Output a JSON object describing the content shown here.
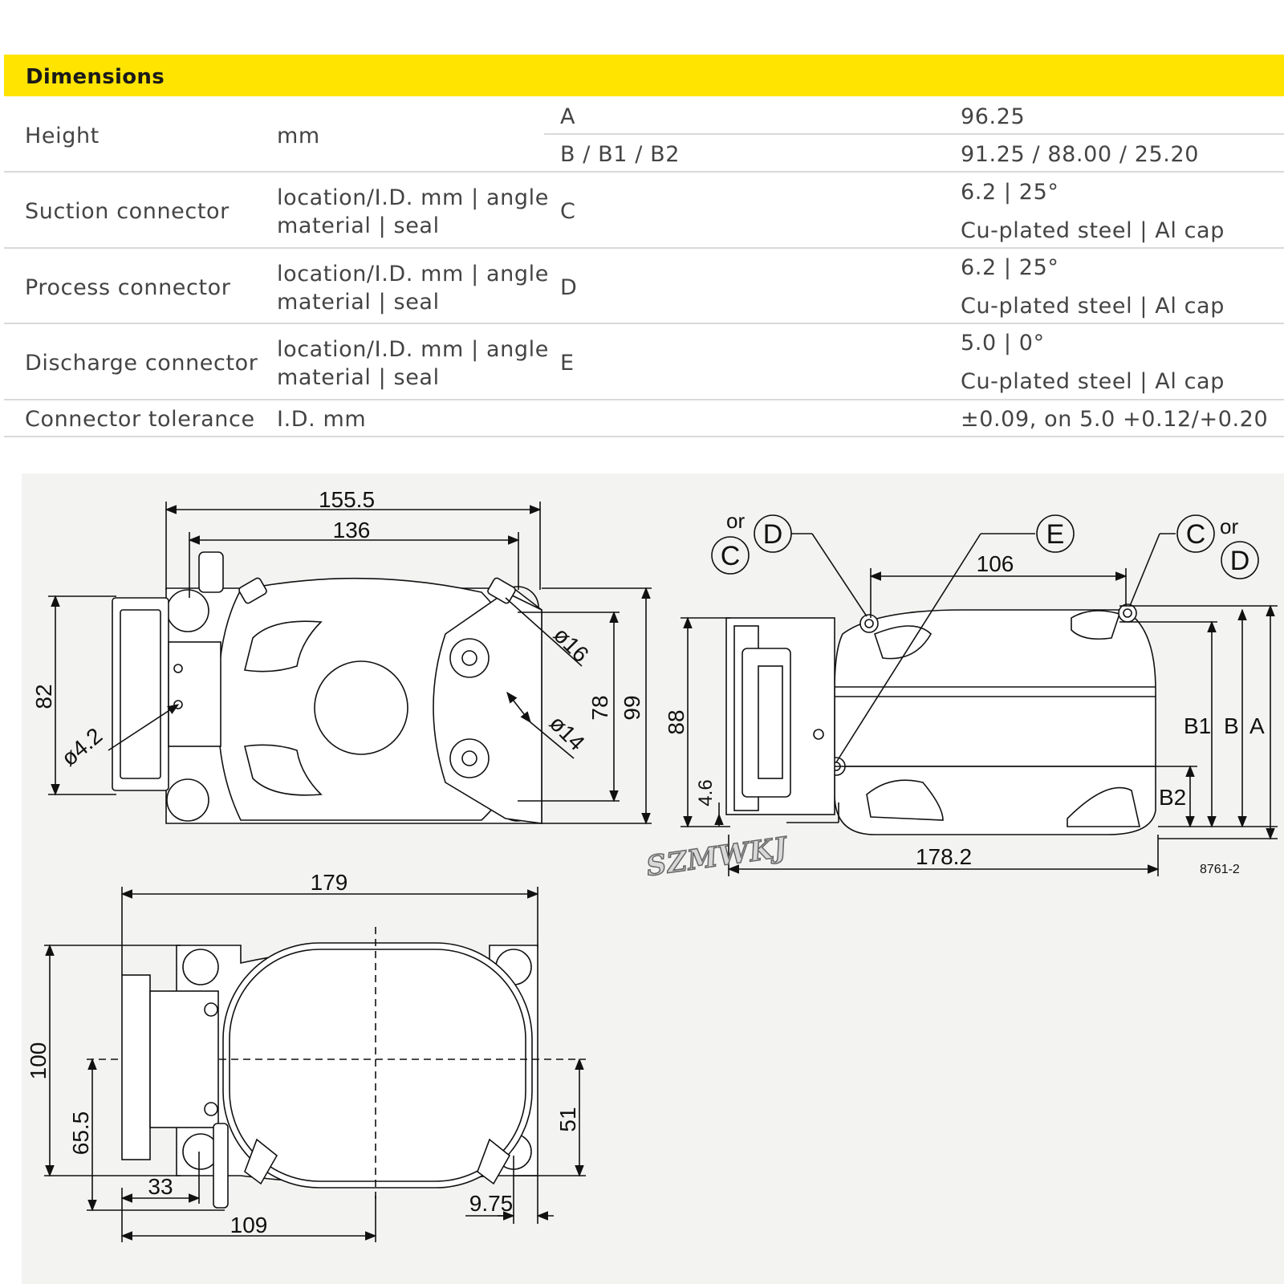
{
  "header": {
    "title": "Dimensions"
  },
  "table": {
    "rows": [
      {
        "label": "Height",
        "unit": "mm",
        "sub": [
          {
            "code": "A",
            "value": "96.25"
          },
          {
            "code": "B / B1 / B2",
            "value": "91.25 / 88.00 / 25.20"
          }
        ]
      },
      {
        "label": "Suction connector",
        "unit_line1": "location/I.D. mm | angle",
        "unit_line2": "material | seal",
        "code": "C",
        "value_line1": "6.2 | 25°",
        "value_line2": "Cu-plated steel | Al cap"
      },
      {
        "label": "Process connector",
        "unit_line1": "location/I.D. mm | angle",
        "unit_line2": "material | seal",
        "code": "D",
        "value_line1": "6.2 | 25°",
        "value_line2": "Cu-plated steel | Al cap"
      },
      {
        "label": "Discharge connector",
        "unit_line1": "location/I.D. mm | angle",
        "unit_line2": "material | seal",
        "code": "E",
        "value_line1": "5.0 | 0°",
        "value_line2": "Cu-plated steel | Al cap"
      },
      {
        "label": "Connector tolerance",
        "unit": "I.D. mm",
        "value": "±0.09, on 5.0 +0.12/+0.20"
      }
    ]
  },
  "drawing": {
    "front_view": {
      "dim_155_5": "155.5",
      "dim_136": "136",
      "dim_82": "82",
      "dim_4_2": "ø4.2",
      "dim_16": "ø16",
      "dim_14": "ø14",
      "dim_78": "78",
      "dim_99": "99"
    },
    "side_view": {
      "or_1": "or",
      "label_C_1": "C",
      "label_D_1": "D",
      "label_E": "E",
      "label_C_2": "C",
      "or_2": "or",
      "label_D_2": "D",
      "dim_106": "106",
      "dim_88": "88",
      "dim_4_6": "4.6",
      "dim_178_2": "178.2",
      "label_B1": "B1",
      "label_B": "B",
      "label_A": "A",
      "label_B2": "B2",
      "ref": "8761-2"
    },
    "top_view": {
      "dim_179": "179",
      "dim_100": "100",
      "dim_65_5": "65.5",
      "dim_33": "33",
      "dim_109": "109",
      "dim_51": "51",
      "dim_9_75": "9.75"
    },
    "watermark": "SZMWKJ"
  }
}
